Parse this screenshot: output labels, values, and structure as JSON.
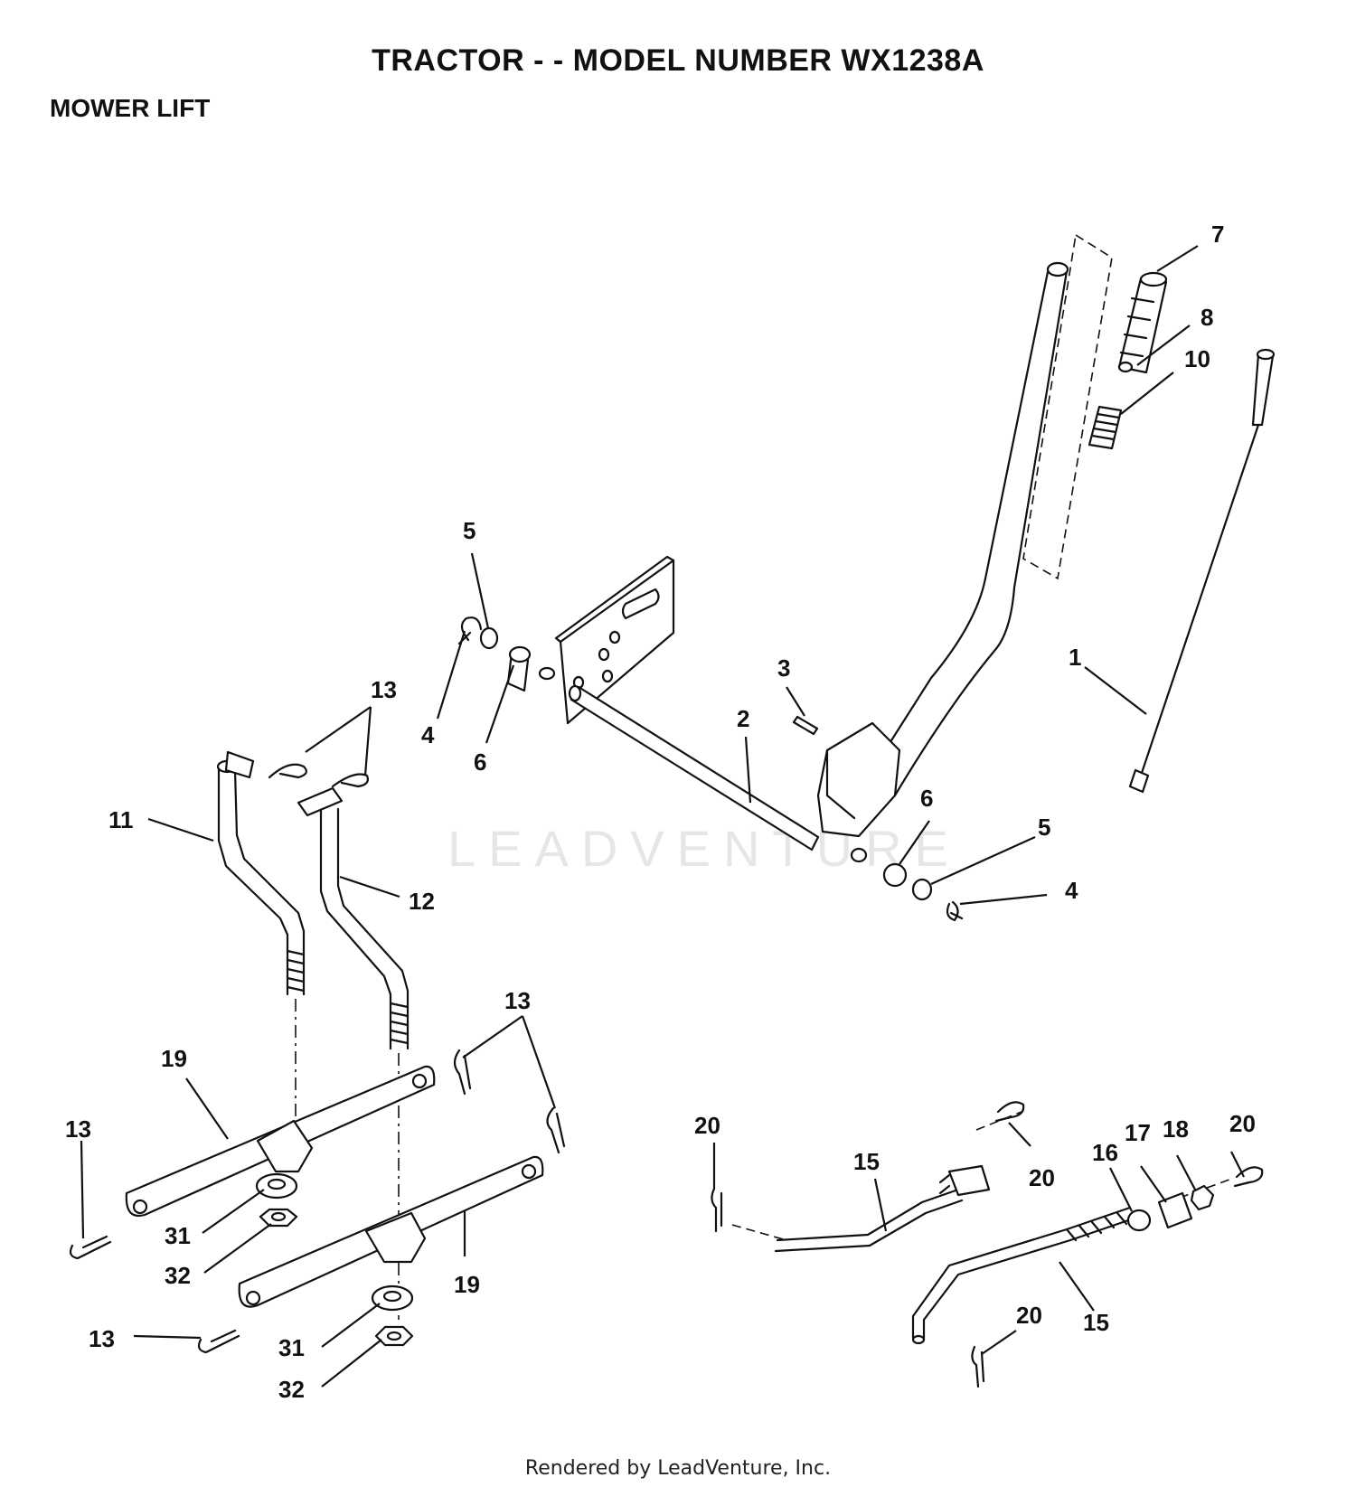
{
  "header": {
    "title": "TRACTOR - - MODEL NUMBER WX1238A",
    "section": "MOWER LIFT"
  },
  "watermark": "LEADVENTURE",
  "footer": "Rendered by LeadVenture, Inc.",
  "callouts": {
    "c7": "7",
    "c8": "8",
    "c10": "10",
    "c1": "1",
    "c5a": "5",
    "c4a": "4",
    "c6a": "6",
    "c3": "3",
    "c2": "2",
    "c6b": "6",
    "c5b": "5",
    "c4b": "4",
    "c13a": "13",
    "c11": "11",
    "c12": "12",
    "c13b": "13",
    "c19a": "19",
    "c13c": "13",
    "c31a": "31",
    "c32a": "32",
    "c19b": "19",
    "c13d": "13",
    "c31b": "31",
    "c32b": "32",
    "c20a": "20",
    "c15a": "15",
    "c20b": "20",
    "c16": "16",
    "c17": "17",
    "c18": "18",
    "c20c": "20",
    "c20d": "20",
    "c15b": "15"
  }
}
